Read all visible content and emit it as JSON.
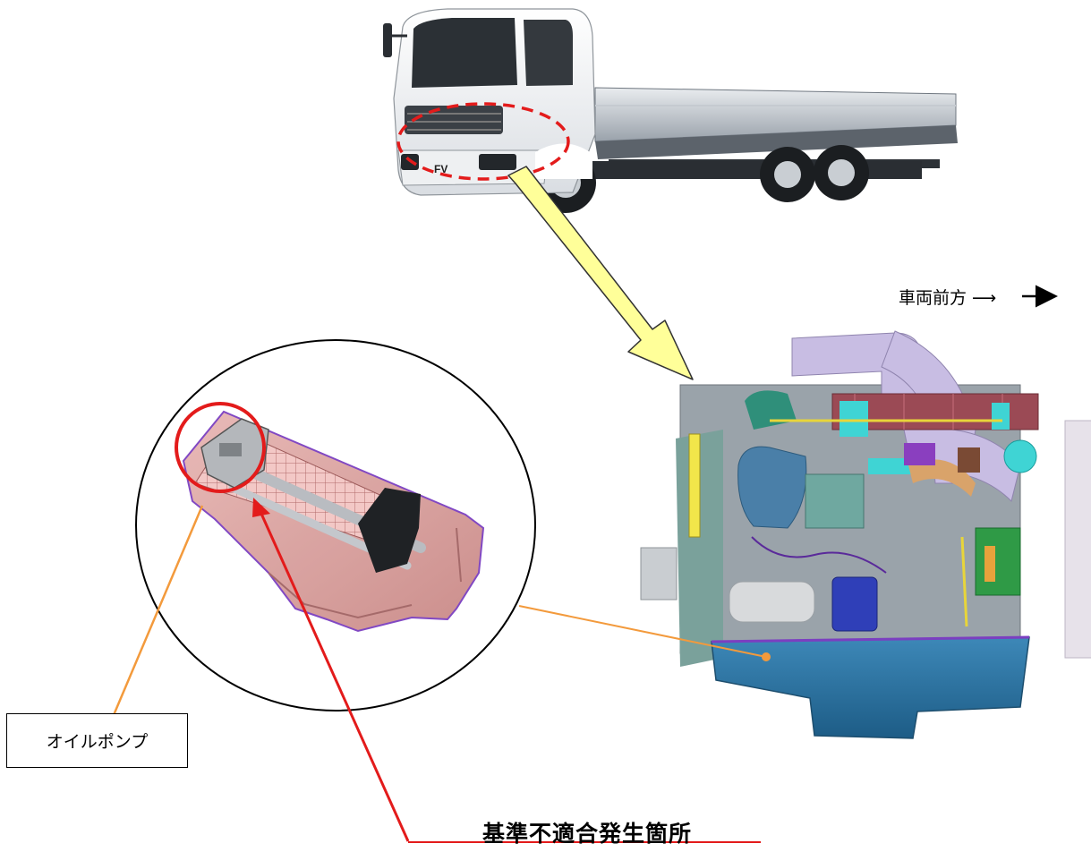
{
  "labels": {
    "direction": "車両前方 ⟶",
    "oil_pump": "オイルポンプ",
    "defect_location": "基準不適合発生箇所"
  },
  "truck": {
    "badge": "FV"
  },
  "colors": {
    "highlight_red": "#e31b1b",
    "leader_orange": "#f39a3c",
    "zoom_arrow_fill": "#ffff99",
    "oil_pan_blue": "#2f78a8",
    "oil_pan_pink": "#d99a9a"
  }
}
